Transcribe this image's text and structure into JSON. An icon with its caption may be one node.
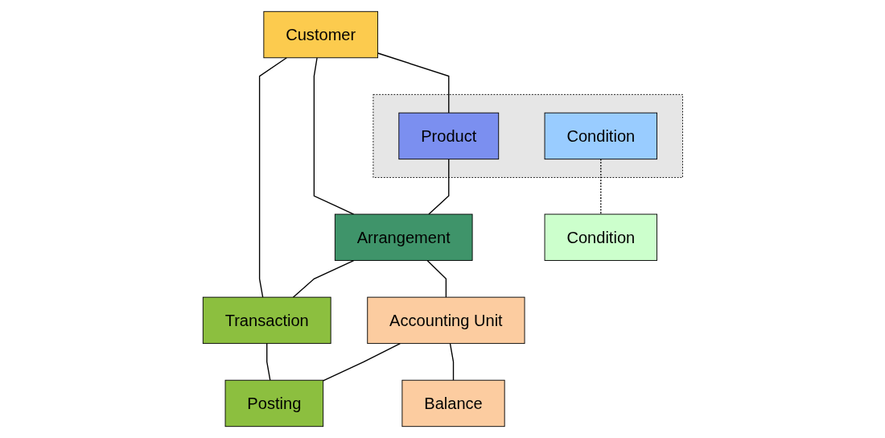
{
  "diagram": {
    "nodes": [
      {
        "text": [],
        "shape": "box"
      },
      {
        "text": [
          "Product"
        ],
        "in": 0
      },
      {
        "text": [
          "Condition"
        ],
        "in": 0
      },
      {
        "text": [
          "Condition"
        ]
      },
      {
        "text": [
          "Customer"
        ]
      },
      {
        "text": [
          "Arrangement"
        ]
      },
      {
        "text": [
          "Accounting Unit"
        ]
      },
      {
        "text": [
          "Balance"
        ]
      },
      {
        "text": [
          "Transaction"
        ]
      },
      {
        "text": [
          "Posting"
        ]
      }
    ],
    "edges": [
      {
        "from": 4,
        "to": 1,
        "arrow": "none"
      },
      {
        "from": 1,
        "to": 5,
        "arrow": "none"
      },
      {
        "from": 2,
        "to": 3,
        "arrow": "none",
        "style": "dashed"
      },
      {
        "from": 4,
        "to": 5,
        "arrow": "none"
      },
      {
        "from": 5,
        "to": 6,
        "arrow": "none"
      },
      {
        "from": 6,
        "to": 7,
        "arrow": "none"
      },
      {
        "from": 5,
        "to": 8,
        "arrow": "none"
      },
      {
        "from": 4,
        "to": 8,
        "arrow": "none"
      },
      {
        "from": 8,
        "to": 9,
        "arrow": "none"
      },
      {
        "from": 6,
        "to": 9,
        "arrow": "none"
      }
    ]
  }
}
